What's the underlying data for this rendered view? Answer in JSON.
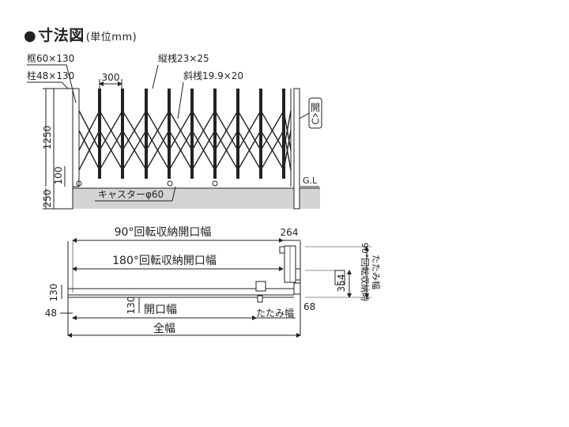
{
  "title": {
    "bullet": "●",
    "main": "寸法図",
    "unit": "(単位mm)"
  },
  "elevation": {
    "frame_label": "框60×130",
    "post_label": "柱48×130",
    "pitch_label": "300",
    "vertical_bar_label": "縦桟23×25",
    "diagonal_bar_label": "斜桟19.9×20",
    "height_label": "1250",
    "caster_height_label": "100",
    "below_ground_label": "250",
    "caster_label": "キャスターφ60",
    "ground_label": "G.L",
    "open_label": "開"
  },
  "plan": {
    "rot90_width_label": "90°回転収納開口幅",
    "rot180_width_label": "180°回転収納開口幅",
    "dim_264": "264",
    "dim_354": "354",
    "dim_130_left": "130",
    "dim_130_mid": "130",
    "dim_48": "48",
    "dim_68": "68",
    "opening_width_label": "開口幅",
    "folded_width_label": "たたみ幅",
    "total_width_label": "全幅",
    "rot90_folded_label_line1": "90°回転収納時",
    "rot90_folded_label_line2": "たたみ幅"
  },
  "colors": {
    "line": "#222222",
    "ground": "#d4d4d4"
  }
}
